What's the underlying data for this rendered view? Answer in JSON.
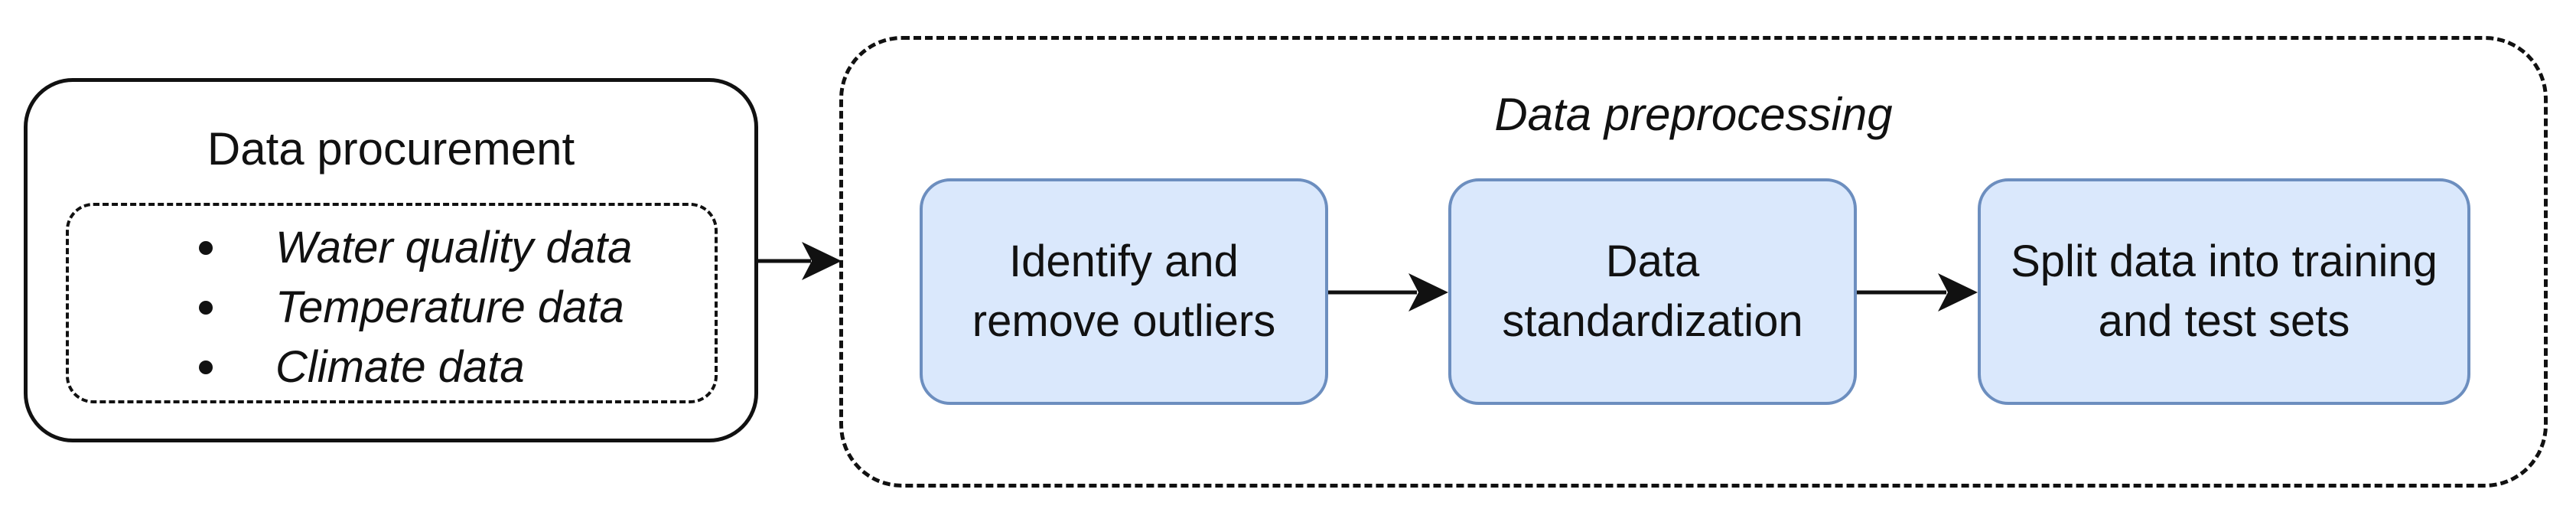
{
  "procurement": {
    "title": "Data procurement",
    "sources": [
      "Water quality data",
      "Temperature data",
      "Climate data"
    ]
  },
  "preprocessing": {
    "title": "Data preprocessing",
    "steps": [
      {
        "label": "Identify and\nremove outliers"
      },
      {
        "label": "Data\nstandardization"
      },
      {
        "label": "Split data into training\nand test sets"
      }
    ]
  },
  "colors": {
    "step_fill": "#dae8fc",
    "step_border": "#6c8ebf",
    "line": "#111111"
  }
}
